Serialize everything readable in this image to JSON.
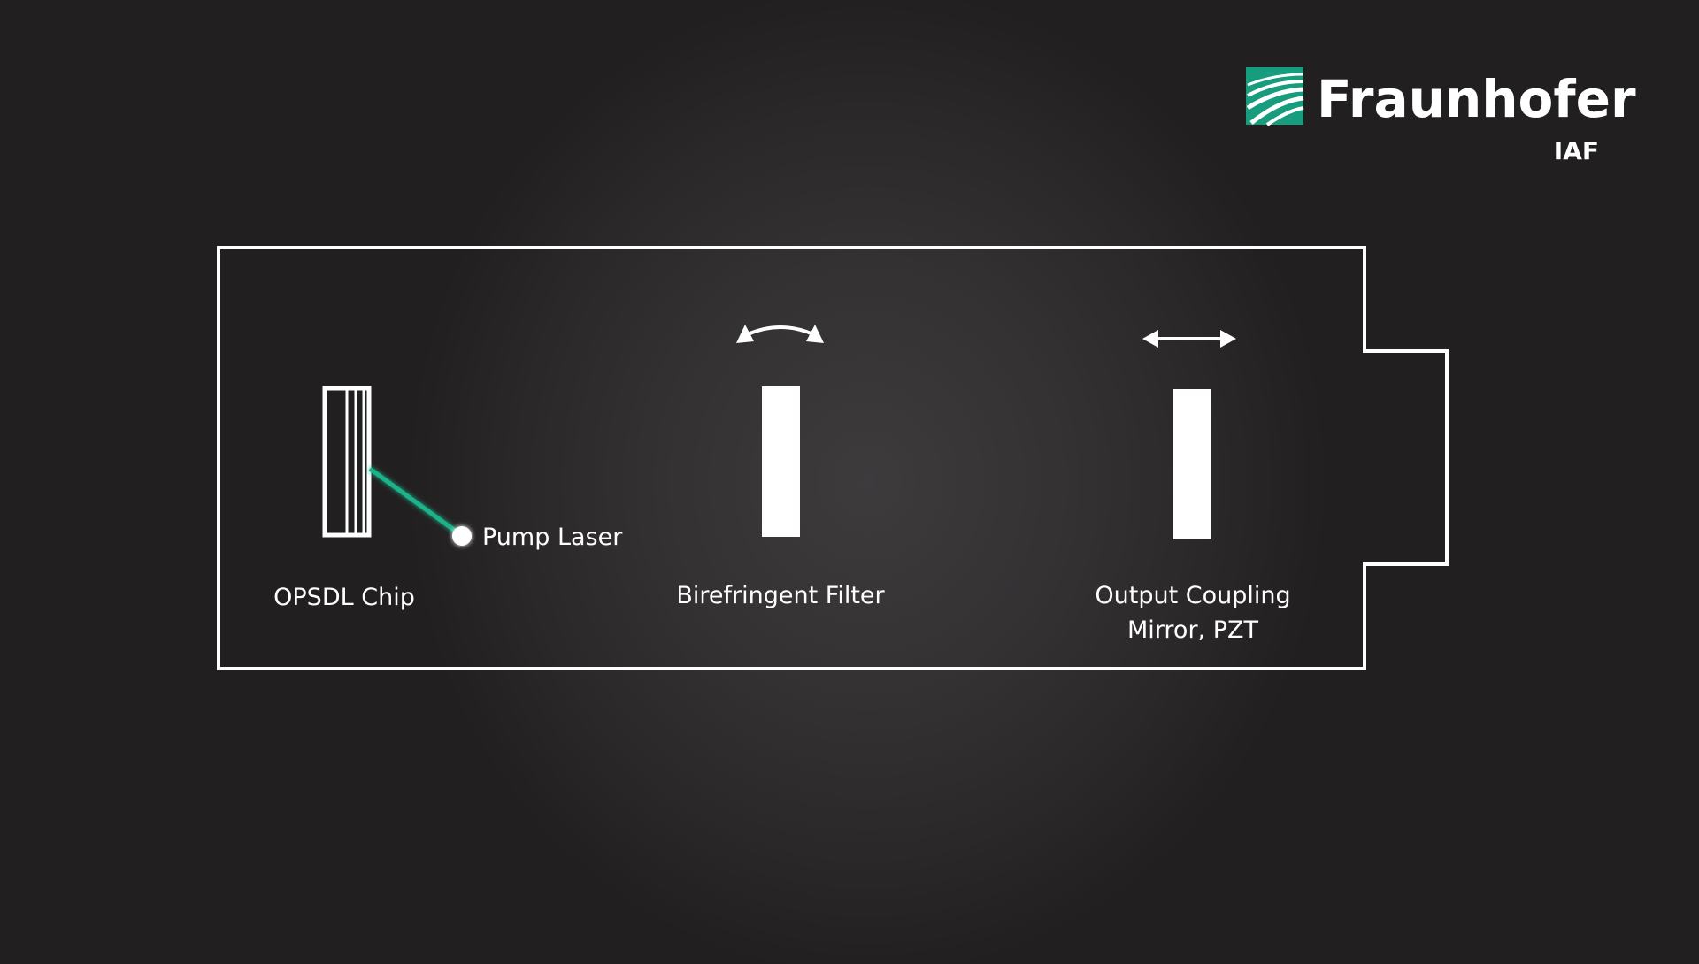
{
  "logo": {
    "name": "Fraunhofer",
    "institute": "IAF",
    "brand_color": "#179c7d"
  },
  "labels": {
    "chip": "OPSDL Chip",
    "pump": "Pump Laser",
    "filter": "Birefringent Filter",
    "mirror_line1": "Output Coupling",
    "mirror_line2": "Mirror, PZT"
  },
  "colors": {
    "laser_beam": "#ff1a6a",
    "pump_beam": "#1fb38a",
    "outline": "#ffffff"
  }
}
